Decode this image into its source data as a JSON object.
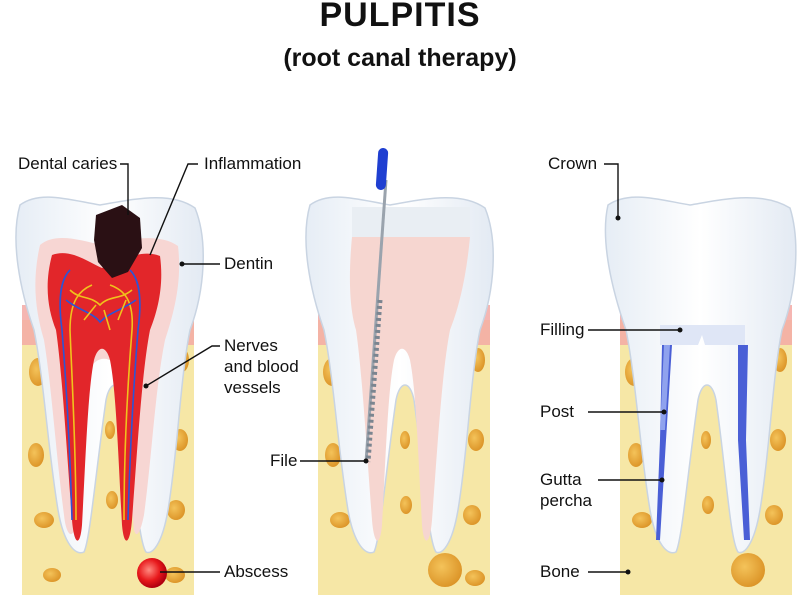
{
  "title": "PULPITIS",
  "subtitle": "(root canal therapy)",
  "labels": {
    "dental_caries": "Dental caries",
    "inflammation": "Inflammation",
    "dentin": "Dentin",
    "nerves_line1": "Nerves",
    "nerves_line2": "and blood",
    "nerves_line3": "vessels",
    "abscess": "Abscess",
    "file": "File",
    "crown": "Crown",
    "filling": "Filling",
    "post": "Post",
    "gutta_line1": "Gutta",
    "gutta_line2": "percha",
    "bone": "Bone"
  },
  "colors": {
    "bone": "#f6e7a6",
    "bone_spots": "#e6a93a",
    "gum": "#f3a9a4",
    "enamel": "#eef3f9",
    "pulp_inflamed": "#e2262a",
    "pulp_clean": "#f6d6d0",
    "caries": "#2a1014",
    "filling": "#4a5fd6",
    "file_handle": "#1f3fd1"
  }
}
